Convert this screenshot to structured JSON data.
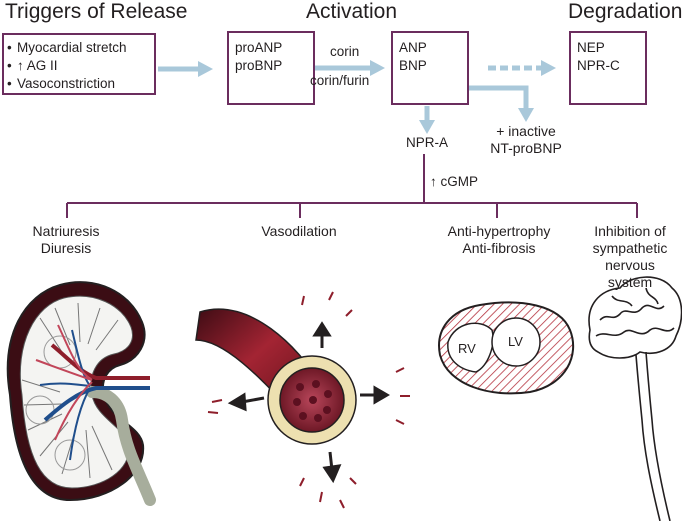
{
  "headings": {
    "triggers": "Triggers of Release",
    "activation": "Activation",
    "degradation": "Degradation"
  },
  "triggers": [
    "Myocardial stretch",
    "↑ AG II",
    "Vasoconstriction"
  ],
  "boxes": {
    "pro_line1": "proANP",
    "pro_line2": "proBNP",
    "active_line1": "ANP",
    "active_line2": "BNP",
    "degr_line1": "NEP",
    "degr_line2": "NPR-C"
  },
  "arrow_labels": {
    "corin": "corin",
    "corin_furin": "corin/furin",
    "npra": "NPR-A",
    "inactive_line1": "+ inactive",
    "inactive_line2": "NT-proBNP",
    "cgmp": "↑ cGMP"
  },
  "outcomes": {
    "natriuresis_line1": "Natriuresis",
    "natriuresis_line2": "Diuresis",
    "vasodilation": "Vasodilation",
    "antihyp_line1": "Anti-hypertrophy",
    "antihyp_line2": "Anti-fibrosis",
    "inhibition_line1": "Inhibition of",
    "inhibition_line2": "sympathetic",
    "inhibition_line3": "nervous",
    "inhibition_line4": "system"
  },
  "heart_labels": {
    "rv": "RV",
    "lv": "LV"
  },
  "colors": {
    "box_border": "#6b2d5e",
    "arrow_blue": "#a9c8da",
    "tree_purple": "#6b2d5e",
    "vessel_red": "#8e1e2b",
    "kidney_gray": "#a7ad9c"
  }
}
